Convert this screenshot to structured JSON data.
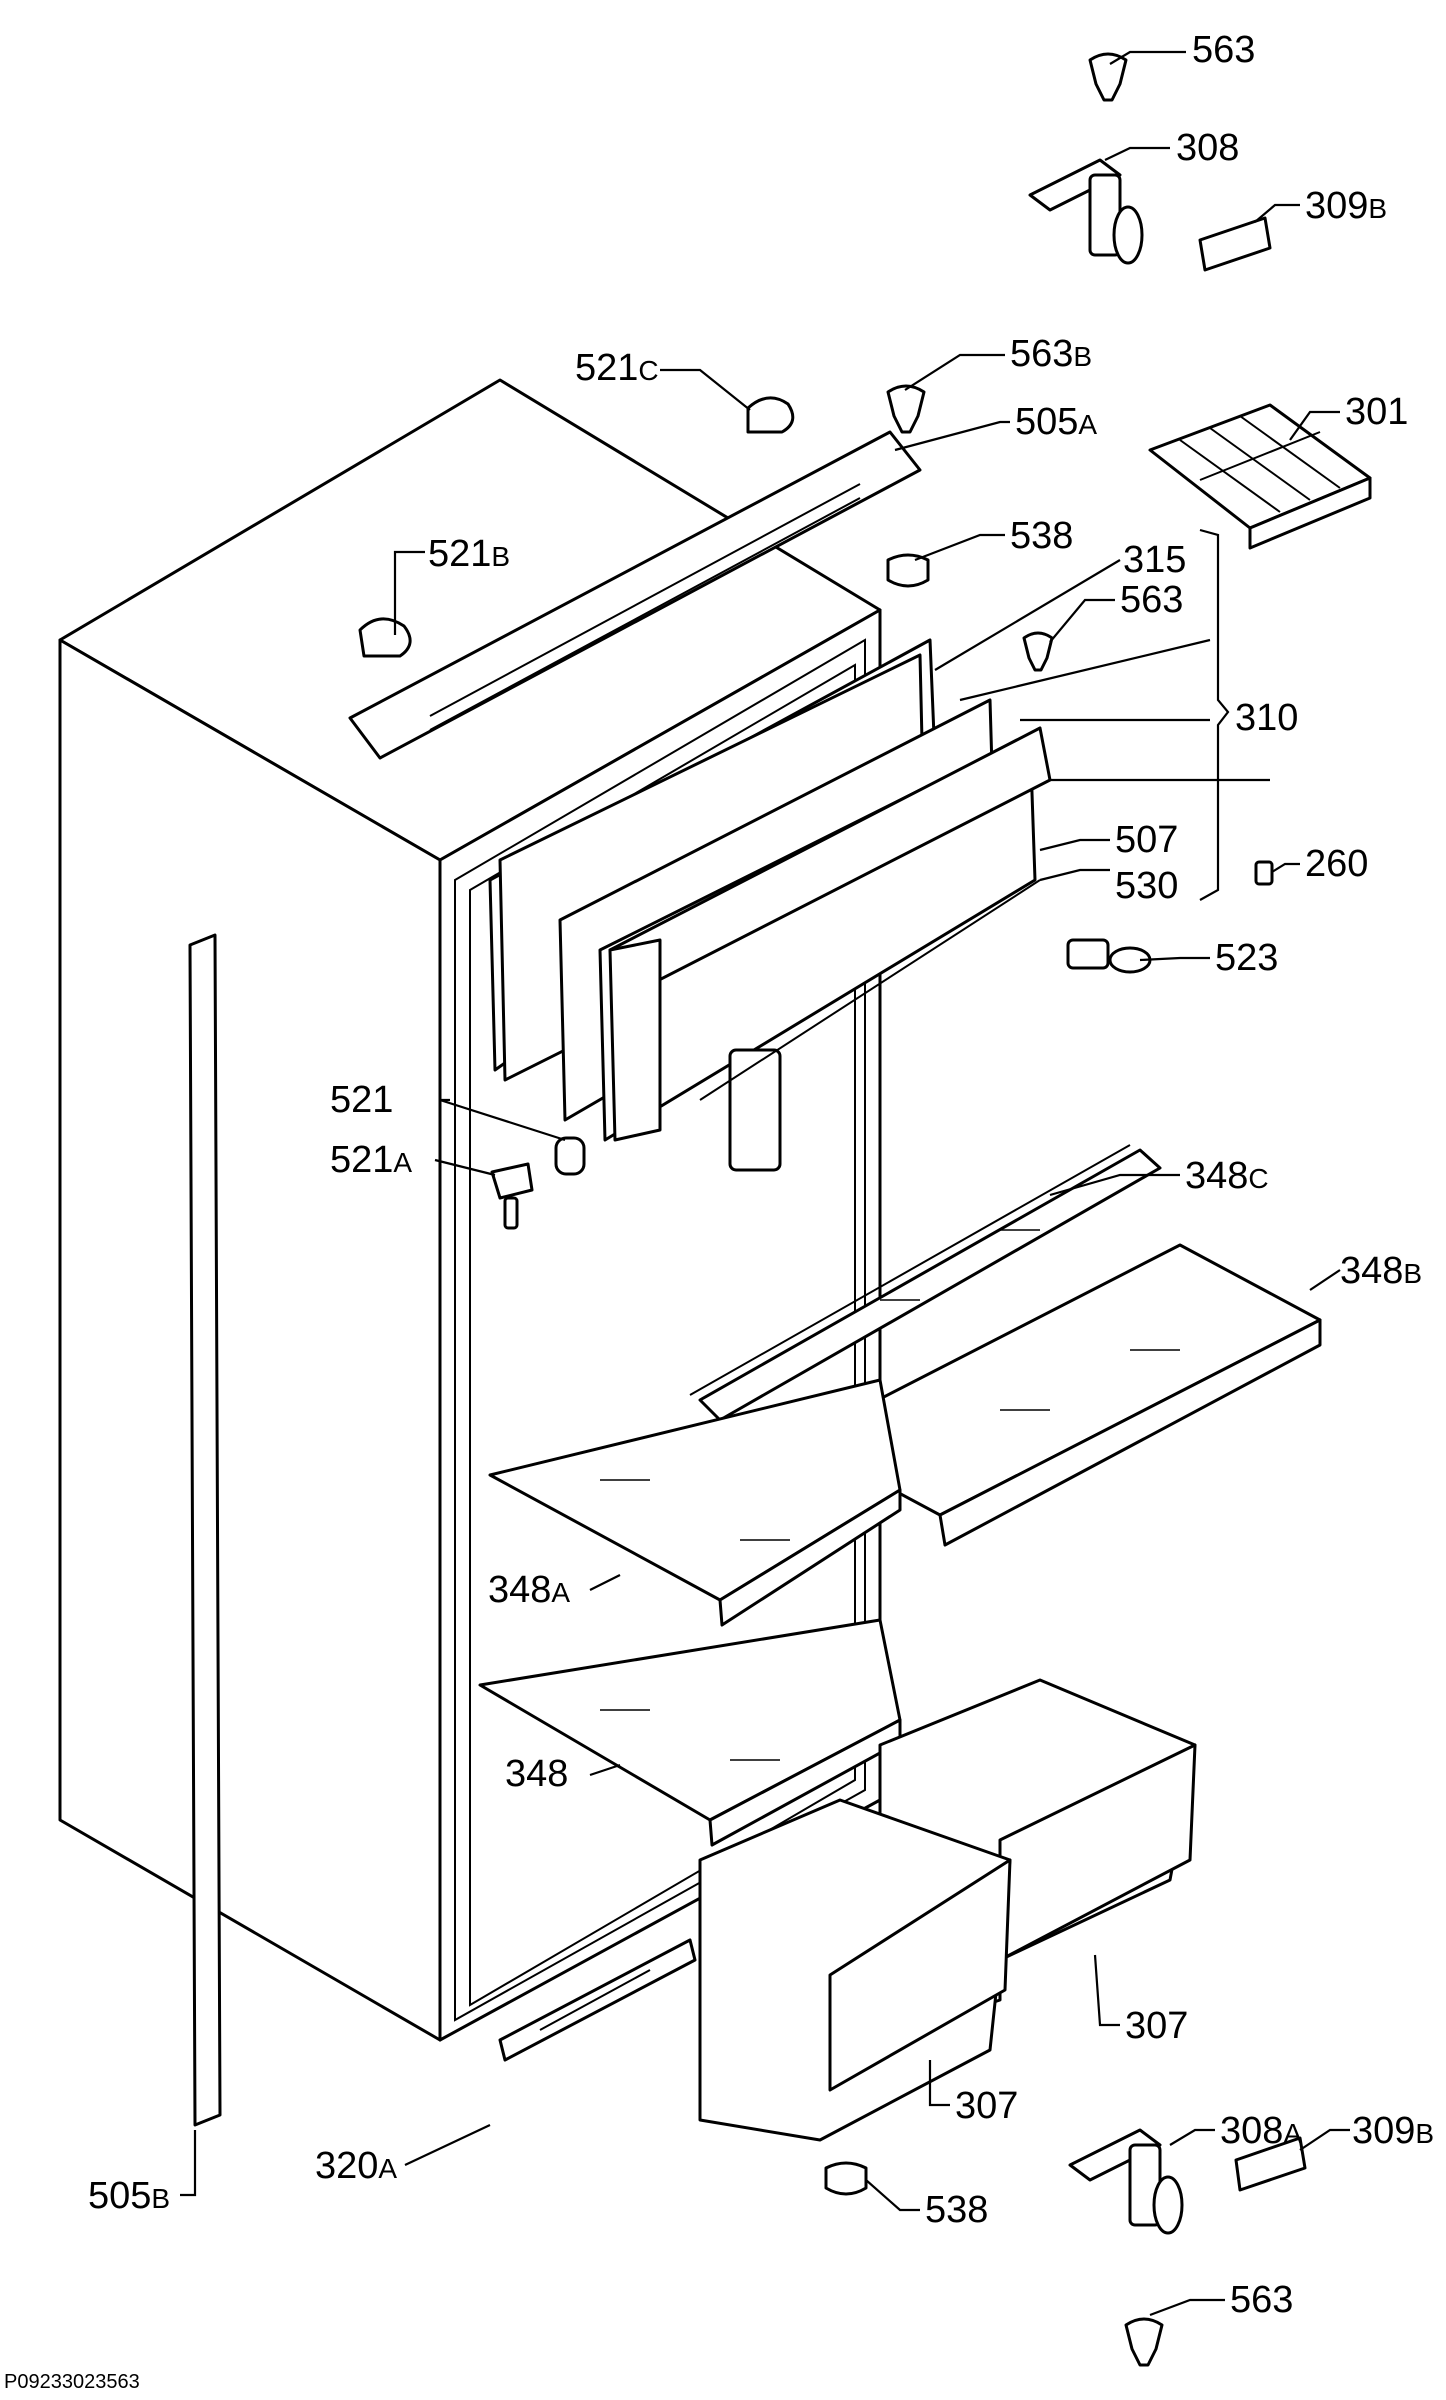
{
  "document_code": "P09233023563",
  "labels": {
    "l563_top": "563",
    "l308": "308",
    "l309b_top_num": "309",
    "l309b_top_sfx": "B",
    "l521c_num": "521",
    "l521c_sfx": "C",
    "l563b_num": "563",
    "l563b_sfx": "B",
    "l505a_num": "505",
    "l505a_sfx": "A",
    "l301": "301",
    "l521b_num": "521",
    "l521b_sfx": "B",
    "l538_top": "538",
    "l315": "315",
    "l563_mid": "563",
    "l310": "310",
    "l507": "507",
    "l530": "530",
    "l260": "260",
    "l523": "523",
    "l521": "521",
    "l521a_num": "521",
    "l521a_sfx": "A",
    "l348c_num": "348",
    "l348c_sfx": "C",
    "l348b_num": "348",
    "l348b_sfx": "B",
    "l348a_num": "348",
    "l348a_sfx": "A",
    "l348": "348",
    "l307_right": "307",
    "l307_left": "307",
    "l320a_num": "320",
    "l320a_sfx": "A",
    "l308a_num": "308",
    "l308a_sfx": "A",
    "l309b_bot_num": "309",
    "l309b_bot_sfx": "B",
    "l505b_num": "505",
    "l505b_sfx": "B",
    "l538_bot": "538",
    "l563_bot": "563"
  }
}
